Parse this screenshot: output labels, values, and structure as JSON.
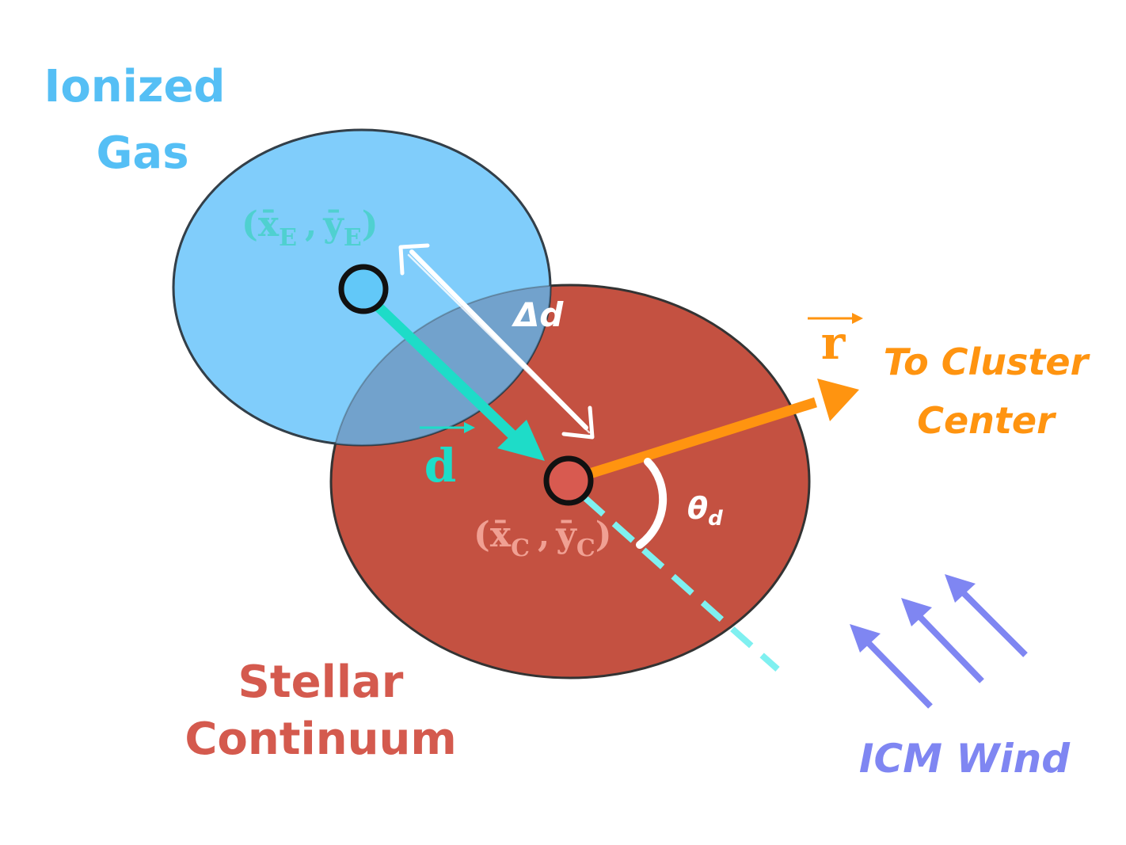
{
  "labels": {
    "ionized_line1": "Ionized",
    "ionized_line2": "Gas",
    "stellar_line1": "Stellar",
    "stellar_line2": "Continuum",
    "cluster_line1": "To Cluster",
    "cluster_line2": "Center",
    "wind": "ICM Wind",
    "delta_d": "Δd",
    "theta": "θ",
    "theta_sub": "d",
    "vec_d": "d",
    "vec_r": "r",
    "coord_e_x": "x̄",
    "coord_e_x_sub": "E",
    "coord_e_y": "ȳ",
    "coord_e_y_sub": "E",
    "coord_c_x": "x̄",
    "coord_c_x_sub": "C",
    "coord_c_y": "ȳ",
    "coord_c_y_sub": "C",
    "paren_open": "(",
    "paren_close": ")",
    "comma": ","
  },
  "colors": {
    "gas": "#5ABEF5",
    "gas_label": "#55BFF5",
    "stellar": "#C0463A",
    "stellar_label": "#D45A4E",
    "overlap": "#6E9FC8",
    "d_vector": "#1EDCC8",
    "r_vector": "#FF9410",
    "cluster_label": "#FF9410",
    "wind": "#7F86F2",
    "line_of_sight": "#7FF0F0"
  }
}
